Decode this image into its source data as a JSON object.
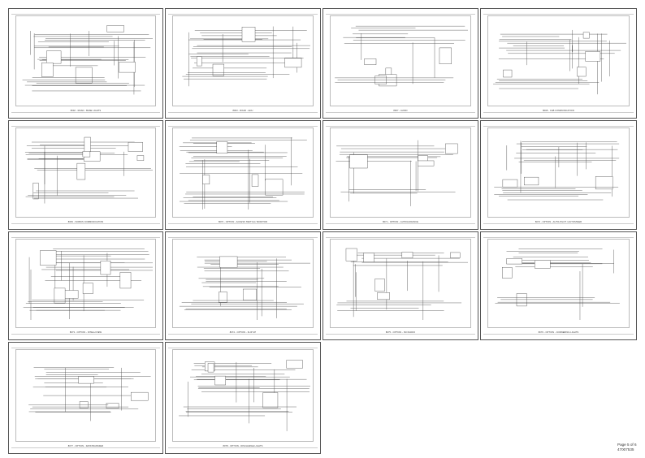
{
  "page": {
    "page_label": "Page 5 of 6",
    "doc_number": "47007535"
  },
  "sheets": [
    {
      "id": "s1",
      "title": "8002 - ROAD - BASE LIGHTS"
    },
    {
      "id": "s2",
      "title": "8003 - ROAD - ECU"
    },
    {
      "id": "s3",
      "title": "8007 - AUDIO"
    },
    {
      "id": "s4",
      "title": "8008 - CAB COMMUNICATION"
    },
    {
      "id": "s5",
      "title": "8009 - ISOBUS COMMUNICATION"
    },
    {
      "id": "s6",
      "title": "8070 - OPTION - ACCESS SWITCH / MONITOR"
    },
    {
      "id": "s7",
      "title": "8071 - OPTION - AUTOGUIDANCE"
    },
    {
      "id": "s8",
      "title": "8072 - OPTION - AUTO-PILOT / AUTOSTEER"
    },
    {
      "id": "s9",
      "title": "8073 - OPTION - INTELLIVIEW"
    },
    {
      "id": "s10",
      "title": "8074 - OPTION - FLIP UP"
    },
    {
      "id": "s11",
      "title": "8075 - OPTION - ISO RADIO"
    },
    {
      "id": "s12",
      "title": "8076 - OPTION - CORNERING LIGHTS"
    },
    {
      "id": "s13",
      "title": "8077 - OPTION - DATATRANSFER"
    },
    {
      "id": "s14",
      "title": "8078 - OPTION - DISCHARGE LIGHTS"
    }
  ]
}
